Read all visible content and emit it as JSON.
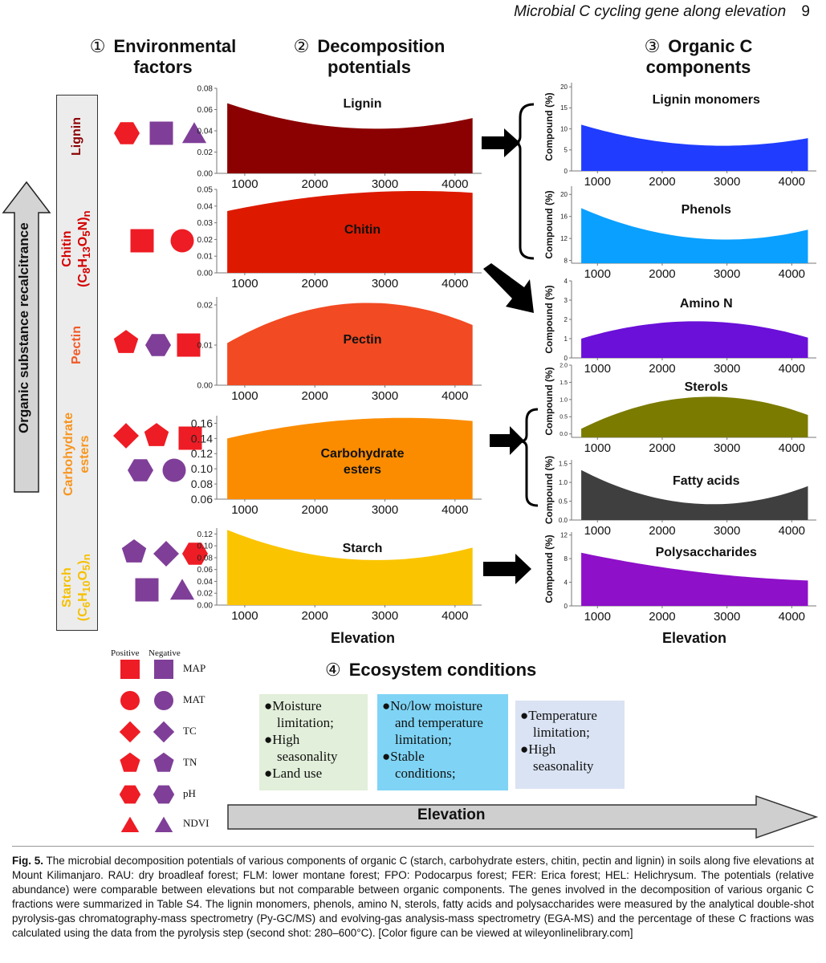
{
  "header": {
    "running_title": "Microbial C cycling gene along elevation",
    "page_number": "9"
  },
  "sections": {
    "s1": [
      "①",
      "Environmental",
      "factors"
    ],
    "s2": [
      "②",
      "Decomposition",
      "potentials"
    ],
    "s3": [
      "③",
      "Organic C",
      "components"
    ],
    "s4": [
      "④",
      "Ecosystem conditions"
    ]
  },
  "recalcitrance_arrow_label": "Organic substance recalcitrance",
  "rows": [
    {
      "label_html_id": "lignin",
      "label": "Lignin",
      "color": "#8b0000"
    },
    {
      "label_html_id": "chitin",
      "label": "Chitin",
      "formula_parts": [
        "(C",
        "8",
        "H",
        "13",
        "O",
        "5",
        "N)",
        "n"
      ],
      "color": "#d40000"
    },
    {
      "label_html_id": "pectin",
      "label": "Pectin",
      "color": "#f05a28"
    },
    {
      "label_html_id": "carb",
      "label": "Carbohydrate",
      "label2": "esters",
      "color": "#f7941d"
    },
    {
      "label_html_id": "starch",
      "label": "Starch",
      "formula_parts": [
        "(C",
        "6",
        "H",
        "10",
        "O",
        "5",
        ")",
        "n"
      ],
      "color": "#f5c000"
    }
  ],
  "env_symbols": {
    "lignin": [
      [
        "hexagon",
        "red"
      ],
      [
        "square",
        "purple"
      ],
      [
        "triangle",
        "purple"
      ]
    ],
    "chitin": [
      [
        "square",
        "red"
      ],
      [
        "circle",
        "red"
      ]
    ],
    "pectin": [
      [
        "pentagon",
        "red"
      ],
      [
        "hexagon",
        "purple"
      ],
      [
        "square",
        "red"
      ]
    ],
    "carb": [
      [
        "diamond",
        "red"
      ],
      [
        "pentagon",
        "red"
      ],
      [
        "square",
        "red"
      ],
      [
        "hexagon",
        "purple"
      ],
      [
        "circle",
        "purple"
      ]
    ],
    "starch": [
      [
        "pentagon",
        "purple"
      ],
      [
        "diamond",
        "purple"
      ],
      [
        "hexagon",
        "red"
      ],
      [
        "square",
        "purple"
      ],
      [
        "triangle",
        "purple"
      ]
    ]
  },
  "colors": {
    "red": "#ee1c24",
    "purple": "#7f3f98"
  },
  "chart_data": [
    {
      "type": "area",
      "title": "Lignin",
      "x": [
        750,
        4250
      ],
      "xticks": [
        1000,
        2000,
        3000,
        4000
      ],
      "y_curve": [
        [
          750,
          0.066
        ],
        [
          2800,
          0.042
        ],
        [
          4250,
          0.052
        ]
      ],
      "ylim": [
        0,
        0.08
      ],
      "yticks": [
        "0.00",
        "0.02",
        "0.04",
        "0.06",
        "0.08"
      ],
      "color": "#8b0000"
    },
    {
      "type": "area",
      "title": "Chitin",
      "x": [
        750,
        4250
      ],
      "xticks": [
        1000,
        2000,
        3000,
        4000
      ],
      "y_curve": [
        [
          750,
          0.037
        ],
        [
          3300,
          0.049
        ],
        [
          4250,
          0.048
        ]
      ],
      "ylim": [
        0,
        0.05
      ],
      "yticks": [
        "0.00",
        "0.01",
        "0.02",
        "0.03",
        "0.04",
        "0.05"
      ],
      "color": "#dd1a00"
    },
    {
      "type": "area",
      "title": "Pectin",
      "x": [
        750,
        4250
      ],
      "xticks": [
        1000,
        2000,
        3000,
        4000
      ],
      "y_curve": [
        [
          750,
          0.0105
        ],
        [
          2700,
          0.0205
        ],
        [
          4250,
          0.015
        ]
      ],
      "ylim": [
        0,
        0.022
      ],
      "yticks": [
        "0.00",
        "0.01",
        "0.02"
      ],
      "color": "#f24a22"
    },
    {
      "type": "area",
      "title": "Carbohydrate esters",
      "x": [
        750,
        4250
      ],
      "xticks": [
        1000,
        2000,
        3000,
        4000
      ],
      "y_curve": [
        [
          750,
          0.14
        ],
        [
          3100,
          0.167
        ],
        [
          4250,
          0.163
        ]
      ],
      "ylim": [
        0.06,
        0.17
      ],
      "yticks": [
        "0.06",
        "0.08",
        "0.10",
        "0.12",
        "0.14",
        "0.16"
      ],
      "color": "#fb8c00"
    },
    {
      "type": "area",
      "title": "Starch",
      "x": [
        750,
        4250
      ],
      "xticks": [
        1000,
        2000,
        3000,
        4000
      ],
      "y_curve": [
        [
          750,
          0.127
        ],
        [
          2800,
          0.076
        ],
        [
          4250,
          0.097
        ]
      ],
      "ylim": [
        0,
        0.13
      ],
      "yticks": [
        "0.00",
        "0.02",
        "0.04",
        "0.06",
        "0.08",
        "0.10",
        "0.12"
      ],
      "color": "#fbc400",
      "xlabel": "Elevation"
    },
    {
      "type": "area",
      "title": "Lignin monomers",
      "x": [
        750,
        4250
      ],
      "xticks": [
        1000,
        2000,
        3000,
        4000
      ],
      "y_curve": [
        [
          750,
          11
        ],
        [
          3000,
          6
        ],
        [
          4250,
          7.8
        ]
      ],
      "ylim": [
        0,
        21
      ],
      "yticks": [
        "0",
        "5",
        "10",
        "15",
        "20"
      ],
      "ylabel": "Compound (%)",
      "color": "#1f3cff"
    },
    {
      "type": "area",
      "title": "Phenols",
      "x": [
        750,
        4250
      ],
      "xticks": [
        1000,
        2000,
        3000,
        4000
      ],
      "y_curve": [
        [
          750,
          17.5
        ],
        [
          3000,
          11.8
        ],
        [
          4250,
          13.6
        ]
      ],
      "ylim": [
        7.5,
        21.5
      ],
      "yticks": [
        "8",
        "12",
        "16",
        "20"
      ],
      "ylabel": "Compound (%)",
      "color": "#0aa0ff"
    },
    {
      "type": "area",
      "title": "Amino N",
      "x": [
        750,
        4250
      ],
      "xticks": [
        1000,
        2000,
        3000,
        4000
      ],
      "y_curve": [
        [
          750,
          1.0
        ],
        [
          2600,
          1.9
        ],
        [
          4250,
          1.05
        ]
      ],
      "ylim": [
        0,
        4
      ],
      "yticks": [
        "0",
        "1",
        "2",
        "3",
        "4"
      ],
      "ylabel": "Compound (%)",
      "color": "#6a10d8"
    },
    {
      "type": "area",
      "title": "Sterols",
      "x": [
        750,
        4250
      ],
      "xticks": [
        1000,
        2000,
        3000,
        4000
      ],
      "y_curve": [
        [
          750,
          0.15
        ],
        [
          2700,
          1.08
        ],
        [
          4250,
          0.55
        ]
      ],
      "ylim": [
        -0.1,
        2.0
      ],
      "yticks": [
        "0.0",
        "0.5",
        "1.0",
        "1.5",
        "2.0"
      ],
      "ylabel": "Compound (%)",
      "color": "#7b7b00"
    },
    {
      "type": "area",
      "title": "Fatty acids",
      "x": [
        750,
        4250
      ],
      "xticks": [
        1000,
        2000,
        3000,
        4000
      ],
      "y_curve": [
        [
          750,
          1.33
        ],
        [
          2800,
          0.42
        ],
        [
          4250,
          0.9
        ]
      ],
      "ylim": [
        0,
        1.6
      ],
      "yticks": [
        "0.0",
        "0.5",
        "1.0",
        "1.5"
      ],
      "ylabel": "Compound (%)",
      "color": "#3f3f3f"
    },
    {
      "type": "area",
      "title": "Polysaccharides",
      "x": [
        750,
        4250
      ],
      "xticks": [
        1000,
        2000,
        3000,
        4000
      ],
      "y_curve": [
        [
          750,
          9.0
        ],
        [
          3200,
          5.0
        ],
        [
          4250,
          4.3
        ]
      ],
      "ylim": [
        0,
        12.5
      ],
      "yticks": [
        "0",
        "4",
        "8",
        "12"
      ],
      "ylabel": "Compound (%)",
      "color": "#8e10c8",
      "xlabel": "Elevation"
    }
  ],
  "legend": {
    "positive": "Positive",
    "negative": "Negative",
    "items": [
      {
        "shape": "square",
        "label": "MAP"
      },
      {
        "shape": "circle",
        "label": "MAT"
      },
      {
        "shape": "diamond",
        "label": "TC"
      },
      {
        "shape": "pentagon",
        "label": "TN"
      },
      {
        "shape": "hexagon",
        "label": "pH"
      },
      {
        "shape": "triangle",
        "label": "NDVI"
      }
    ]
  },
  "conditions": [
    {
      "bg": "#e2efda",
      "lines": [
        "●Moisture",
        "limitation;",
        "●High",
        "seasonality",
        "●Land use"
      ]
    },
    {
      "bg": "#7fd4f5",
      "lines": [
        "●No/low moisture",
        "and temperature",
        "limitation;",
        "●Stable",
        "conditions;"
      ]
    },
    {
      "bg": "#dae3f3",
      "lines": [
        "●Temperature",
        "limitation;",
        "●High",
        "seasonality"
      ]
    }
  ],
  "elevation_arrow_label": "Elevation",
  "caption": {
    "lead": "Fig. 5.",
    "text": " The microbial decomposition potentials of various components of organic C (starch, carbohydrate esters, chitin, pectin and lignin) in soils along five elevations at Mount Kilimanjaro. RAU: dry broadleaf forest; FLM: lower montane forest; FPO: Podocarpus forest; FER: Erica forest; HEL: Helichrysum. The potentials (relative abundance) were comparable between elevations but not comparable between organic components. The genes involved in the decomposition of various organic C fractions were summarized in Table S4. The lignin monomers, phenols, amino N, sterols, fatty acids and polysaccharides were measured by the analytical double-shot pyrolysis-gas chromatography-mass spectrometry (Py-GC/MS) and evolving-gas analysis-mass spectrometry (EGA-MS) and the percentage of these C fractions was calculated using the data from the pyrolysis step (second shot: 280–600°C). [Color figure can be viewed at wileyonlinelibrary.com]"
  }
}
